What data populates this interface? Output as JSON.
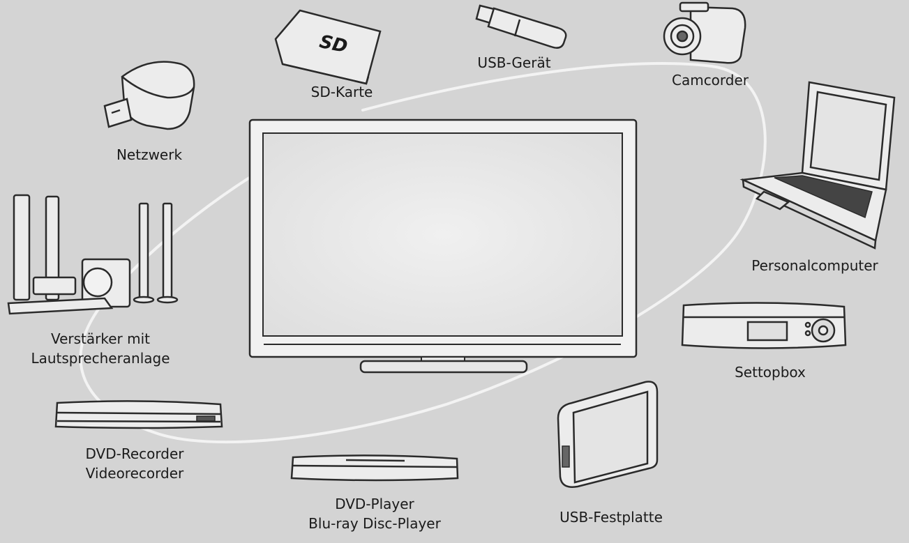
{
  "devices": {
    "sd_card": {
      "label": "SD-Karte",
      "icon": "sd-card-icon",
      "card_text": "SD"
    },
    "usb_device": {
      "label": "USB-Gerät",
      "icon": "usb-stick-icon"
    },
    "camcorder": {
      "label": "Camcorder",
      "icon": "camcorder-icon"
    },
    "network": {
      "label": "Netzwerk",
      "icon": "wireless-adapter-icon"
    },
    "personal_computer": {
      "label": "Personalcomputer",
      "icon": "laptop-icon"
    },
    "amplifier": {
      "label_line1": "Verstärker mit",
      "label_line2": "Lautsprecheranlage",
      "icon": "speaker-system-icon"
    },
    "settop_box": {
      "label": "Settopbox",
      "icon": "settop-box-icon"
    },
    "dvd_recorder": {
      "label_line1": "DVD-Recorder",
      "label_line2": "Videorecorder",
      "icon": "dvd-recorder-icon"
    },
    "dvd_player": {
      "label_line1": "DVD-Player",
      "label_line2": "Blu-ray Disc-Player",
      "icon": "bluray-player-icon"
    },
    "usb_hdd": {
      "label": "USB-Festplatte",
      "icon": "usb-hard-drive-icon"
    }
  },
  "center": {
    "icon": "television-icon"
  },
  "colors": {
    "background": "#d4d4d4",
    "line": "#2a2a2a",
    "ring": "#f2f2f2",
    "device_fill": "#ececec",
    "screen": "#e9e9e9"
  }
}
